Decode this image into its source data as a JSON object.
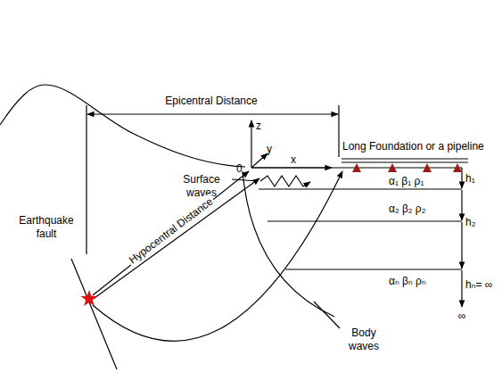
{
  "diagram": {
    "labels": [
      "Epicentral Distance",
      "z",
      "y",
      "Long Foundation or a pipeline",
      "0",
      "x",
      "Surface waves",
      "α₁ β₁ ρ₁",
      "h₁",
      "α₂ β₂ ρ₂",
      "h₂",
      "Earthquake fault",
      "Hypocentral Distance",
      "Body waves",
      "αₙ βₙ ρₙ",
      "hₙ= ∞",
      "∞"
    ]
  }
}
